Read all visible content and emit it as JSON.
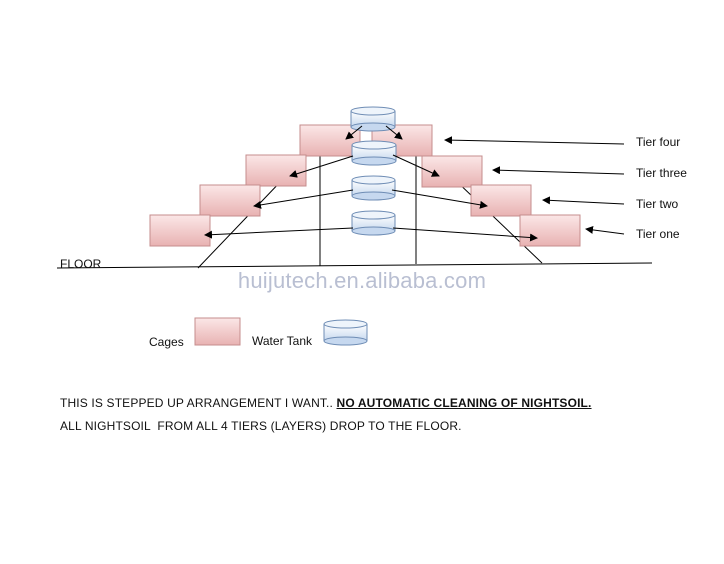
{
  "tiers": [
    {
      "label": "Tier four"
    },
    {
      "label": "Tier three"
    },
    {
      "label": "Tier two"
    },
    {
      "label": "Tier one"
    }
  ],
  "floor_label": "FLOOR",
  "watermark": "huijutech.en.alibaba.com",
  "legend": {
    "cages_label": "Cages",
    "tank_label": "Water Tank"
  },
  "note": {
    "line1_prefix": "THIS IS STEPPED UP ARRANGEMENT I WANT.. ",
    "line1_emphasis": "NO AUTOMATIC CLEANING OF NIGHTSOIL.",
    "line2": "ALL NIGHTSOIL  FROM ALL 4 TIERS (LAYERS) DROP TO THE FLOOR."
  },
  "colors": {
    "cage_fill_top": "#f7dcdc",
    "cage_fill_bottom": "#e9b3b3",
    "cage_border": "#c58d8d",
    "tank_fill": "#d8e6f6",
    "tank_border": "#6f8db5"
  }
}
